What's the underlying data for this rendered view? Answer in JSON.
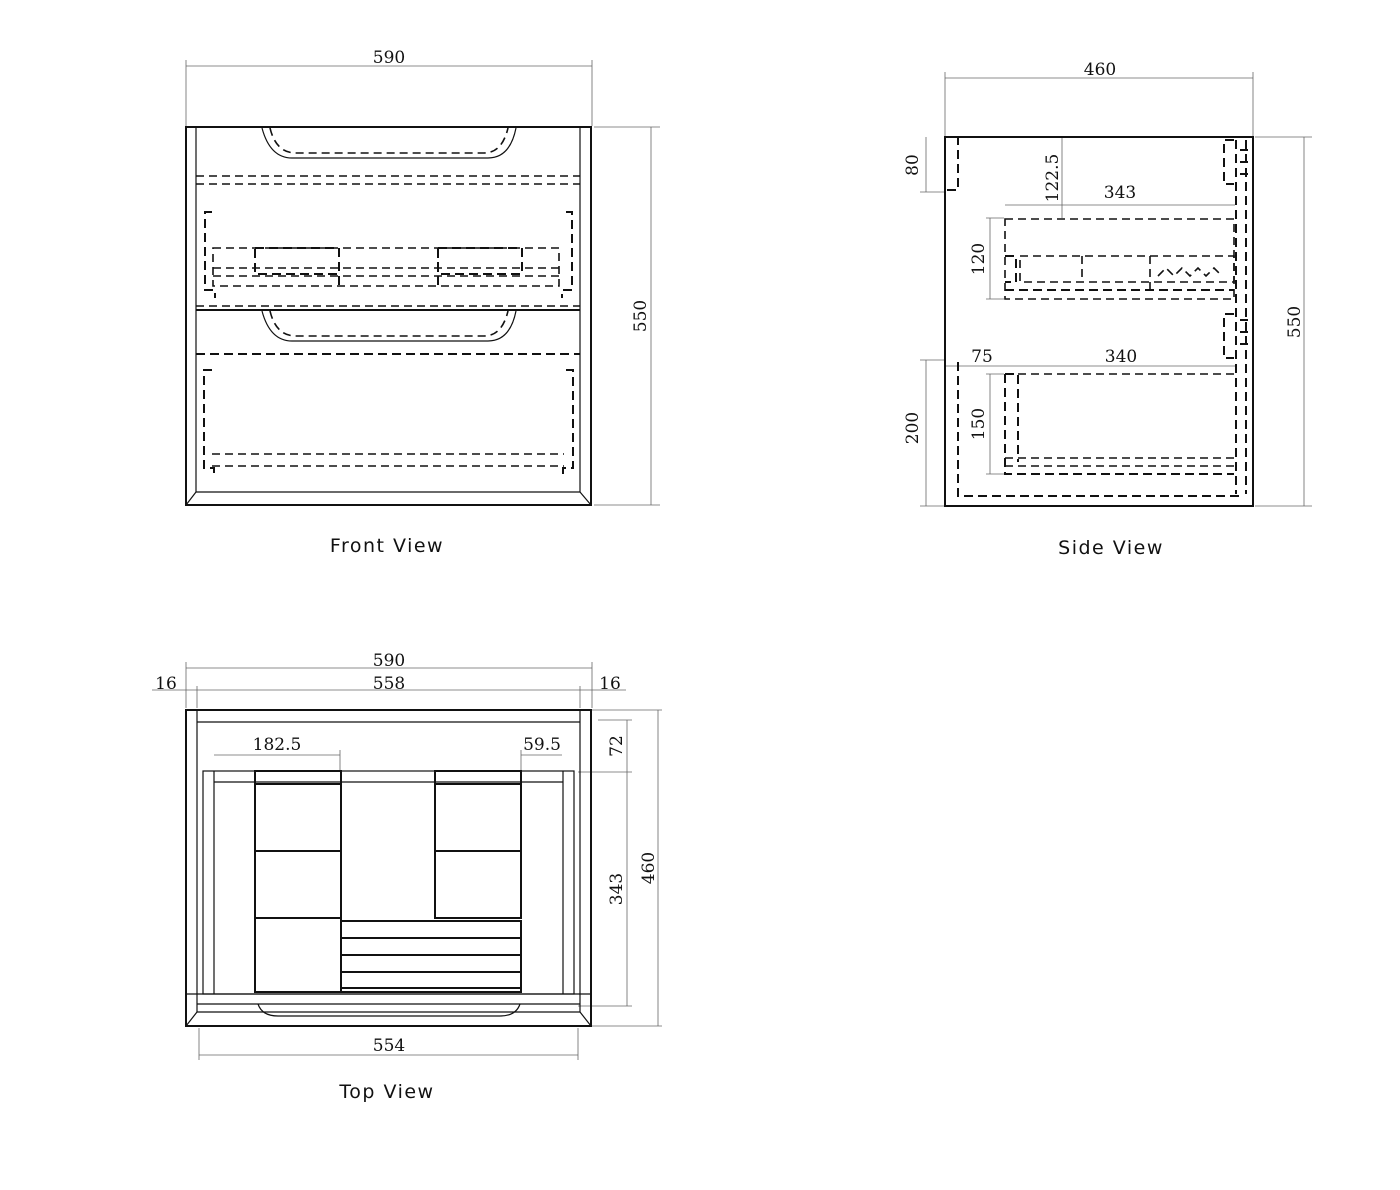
{
  "front_view": {
    "caption": "Front View",
    "dim_width": "590",
    "dim_height": "550"
  },
  "side_view": {
    "caption": "Side View",
    "dim_depth": "460",
    "dim_height": "550",
    "dim_top_rail": "80",
    "dim_drawer_offset": "122.5",
    "dim_upper_drawer_depth": "343",
    "dim_upper_drawer_height": "120",
    "dim_lower_offset": "75",
    "dim_lower_drawer_depth": "340",
    "dim_lower_drawer_height": "150",
    "dim_lower_section": "200"
  },
  "top_view": {
    "caption": "Top View",
    "dim_overall_width": "590",
    "dim_inner_width": "558",
    "dim_left_side": "16",
    "dim_right_side": "16",
    "dim_left_offset": "182.5",
    "dim_right_offset": "59.5",
    "dim_back_gap": "72",
    "dim_drawer_depth": "343",
    "dim_overall_depth": "460",
    "dim_drawer_width": "554"
  }
}
